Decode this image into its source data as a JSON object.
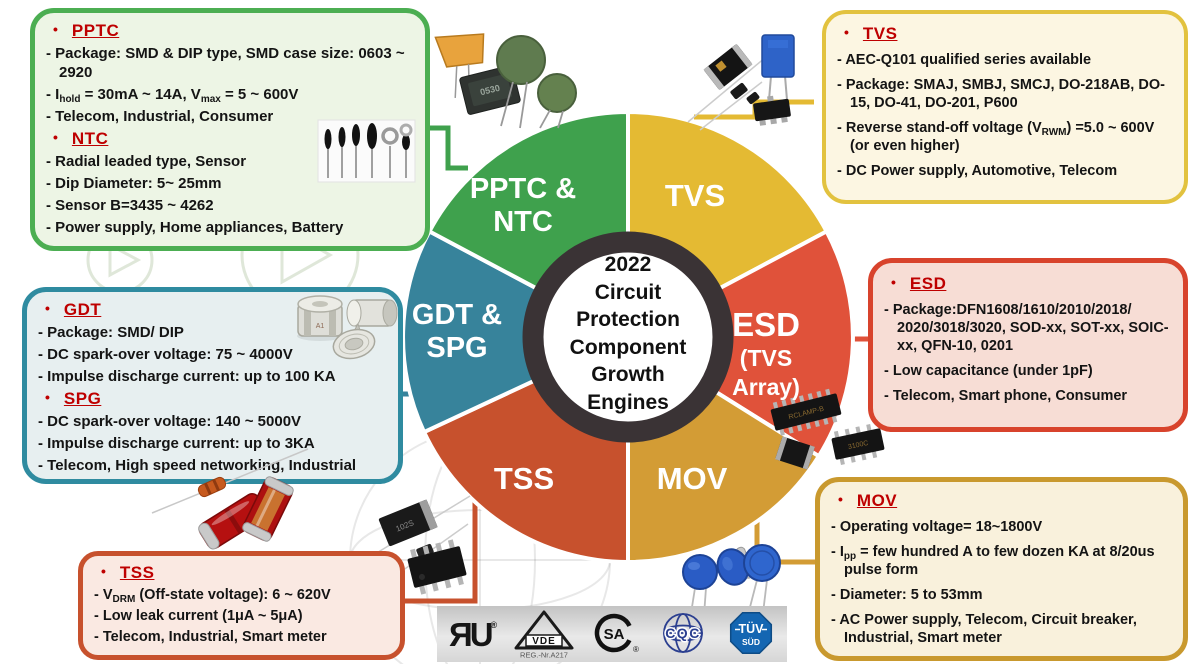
{
  "ui": {
    "bullet": "•"
  },
  "center_badge": {
    "lines": [
      "2022",
      "Circuit",
      "Protection",
      "Component",
      "Growth",
      "Engines"
    ]
  },
  "wheel": {
    "segments": [
      {
        "id": "pptc-ntc",
        "lines": [
          "PPTC &",
          "NTC"
        ],
        "color": "#3FA14D"
      },
      {
        "id": "tvs",
        "lines": [
          "TVS"
        ],
        "color": "#E4BA33"
      },
      {
        "id": "esd",
        "lines": [
          "ESD",
          "(TVS",
          "Array)"
        ],
        "color": "#E0523A"
      },
      {
        "id": "mov",
        "lines": [
          "MOV"
        ],
        "color": "#D39C35"
      },
      {
        "id": "tss",
        "lines": [
          "TSS"
        ],
        "color": "#C7512D"
      },
      {
        "id": "gdt-spg",
        "lines": [
          "GDT &",
          "SPG"
        ],
        "color": "#37839B"
      }
    ],
    "ring_color": "#3A3335"
  },
  "boxes": {
    "pptc_ntc": {
      "accent": "#4CAE52",
      "bg": "#EDF5E5",
      "sections": [
        {
          "title": "PPTC",
          "items": [
            [
              {
                "text": "- Package: SMD & DIP type, SMD case size: 0603 ~ 2920"
              }
            ],
            [
              {
                "text": "- I"
              },
              {
                "sub": "hold"
              },
              {
                "text": " = 30mA ~ 14A, V"
              },
              {
                "sub": "max"
              },
              {
                "text": " = 5 ~ 600V"
              }
            ],
            [
              {
                "text": "- Telecom, Industrial, Consumer"
              }
            ]
          ]
        },
        {
          "title": "NTC",
          "items": [
            [
              {
                "text": "- Radial leaded type, Sensor"
              }
            ],
            [
              {
                "text": "- Dip Diameter: 5~ 25mm"
              }
            ],
            [
              {
                "text": "- Sensor B=3435 ~ 4262"
              }
            ],
            [
              {
                "text": "- Power supply, Home appliances, Battery"
              }
            ]
          ]
        }
      ]
    },
    "tvs": {
      "accent": "#E2C23F",
      "bg": "#FCF6E2",
      "sections": [
        {
          "title": "TVS",
          "items": [
            [
              {
                "text": "- AEC-Q101 qualified series available"
              }
            ],
            [
              {
                "text": "- Package: SMAJ, SMBJ, SMCJ, DO-218AB, DO-15, DO-41, DO-201, P600"
              }
            ],
            [
              {
                "text": "- Reverse stand-off voltage (V"
              },
              {
                "sub": "RWM"
              },
              {
                "text": ") =5.0 ~ 600V (or even higher)"
              }
            ],
            [
              {
                "text": "- DC Power supply, Automotive, Telecom"
              }
            ]
          ]
        }
      ]
    },
    "esd": {
      "accent": "#D8432C",
      "bg": "#F7DDD5",
      "sections": [
        {
          "title": "ESD",
          "items": [
            [
              {
                "text": "- Package:DFN1608/1610/2010/2018/ 2020/3018/3020, SOD-xx, SOT-xx, SOIC-xx, QFN-10, 0201"
              }
            ],
            [
              {
                "text": "- Low capacitance (under 1pF)"
              }
            ],
            [
              {
                "text": "- Telecom, Smart phone, Consumer"
              }
            ]
          ]
        }
      ]
    },
    "gdt_spg": {
      "accent": "#2F8BA0",
      "bg": "#E7EFF0",
      "sections": [
        {
          "title": "GDT",
          "items": [
            [
              {
                "text": "- Package: SMD/ DIP"
              }
            ],
            [
              {
                "text": "- DC spark-over voltage: 75 ~ 4000V"
              }
            ],
            [
              {
                "text": "- Impulse discharge current: up to 100 KA"
              }
            ]
          ]
        },
        {
          "title": "SPG",
          "items": [
            [
              {
                "text": "- DC spark-over voltage: 140 ~ 5000V"
              }
            ],
            [
              {
                "text": "- Impulse discharge current: up to 3KA"
              }
            ],
            [
              {
                "text": "- Telecom, High speed networking, Industrial"
              }
            ]
          ]
        }
      ]
    },
    "tss": {
      "accent": "#C7512D",
      "bg": "#FAE9E2",
      "sections": [
        {
          "title": "TSS",
          "items": [
            [
              {
                "text": "- V"
              },
              {
                "sub": "DRM"
              },
              {
                "text": " (Off-state voltage): 6 ~ 620V"
              }
            ],
            [
              {
                "text": "- Low leak current (1μA ~ 5μA)"
              }
            ],
            [
              {
                "text": "- Telecom, Industrial, Smart meter"
              }
            ]
          ]
        }
      ]
    },
    "mov": {
      "accent": "#C9992E",
      "bg": "#F9F1DC",
      "sections": [
        {
          "title": "MOV",
          "items": [
            [
              {
                "text": "- Operating voltage= 18~1800V"
              }
            ],
            [
              {
                "text": "- I"
              },
              {
                "sub": "pp"
              },
              {
                "text": " = few hundred A to few dozen KA at 8/20us pulse form"
              }
            ],
            [
              {
                "text": "- Diameter: 5 to 53mm"
              }
            ],
            [
              {
                "text": "- AC Power supply, Telecom, Circuit breaker, Industrial, Smart meter"
              }
            ]
          ]
        }
      ]
    }
  },
  "certifications": {
    "ul": "ЯU",
    "reg": "®",
    "vde": "VDE",
    "vde_reg": "REG.-Nr.A217",
    "csa": "SA",
    "cqc": "CQC",
    "tuv_line1": "TÜV",
    "tuv_line2": "SÜD"
  }
}
